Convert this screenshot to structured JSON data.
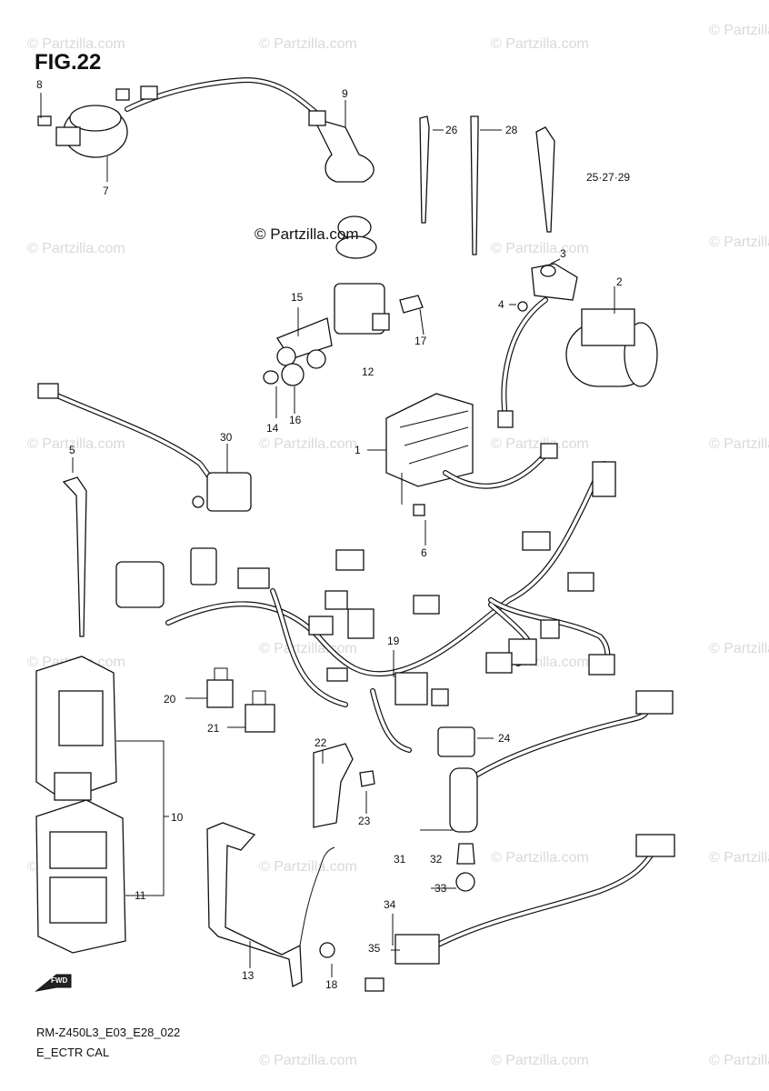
{
  "figure": {
    "title": "FIG.22"
  },
  "footer": {
    "code": "RM-Z450L3_E03_E28_022",
    "name": "E_ECTR CAL"
  },
  "brand": {
    "label": "© Partzilla.com"
  },
  "note": {
    "label": "25·27·29"
  },
  "watermark": {
    "text": "© Partzilla.com"
  },
  "callouts": [
    {
      "id": "1",
      "label": "1"
    },
    {
      "id": "2",
      "label": "2"
    },
    {
      "id": "3",
      "label": "3"
    },
    {
      "id": "4",
      "label": "4"
    },
    {
      "id": "5",
      "label": "5"
    },
    {
      "id": "6",
      "label": "6"
    },
    {
      "id": "7",
      "label": "7"
    },
    {
      "id": "8",
      "label": "8"
    },
    {
      "id": "9",
      "label": "9"
    },
    {
      "id": "10",
      "label": "10"
    },
    {
      "id": "11",
      "label": "11"
    },
    {
      "id": "12",
      "label": "12"
    },
    {
      "id": "13",
      "label": "13"
    },
    {
      "id": "14",
      "label": "14"
    },
    {
      "id": "15",
      "label": "15"
    },
    {
      "id": "16",
      "label": "16"
    },
    {
      "id": "17",
      "label": "17"
    },
    {
      "id": "18",
      "label": "18"
    },
    {
      "id": "19",
      "label": "19"
    },
    {
      "id": "20",
      "label": "20"
    },
    {
      "id": "21",
      "label": "21"
    },
    {
      "id": "22",
      "label": "22"
    },
    {
      "id": "23",
      "label": "23"
    },
    {
      "id": "24",
      "label": "24"
    },
    {
      "id": "26",
      "label": "26"
    },
    {
      "id": "28",
      "label": "28"
    },
    {
      "id": "30",
      "label": "30"
    },
    {
      "id": "31",
      "label": "31"
    },
    {
      "id": "32",
      "label": "32"
    },
    {
      "id": "33",
      "label": "33"
    },
    {
      "id": "34",
      "label": "34"
    },
    {
      "id": "35",
      "label": "35"
    }
  ],
  "direction_marker": {
    "label": "FWD"
  }
}
